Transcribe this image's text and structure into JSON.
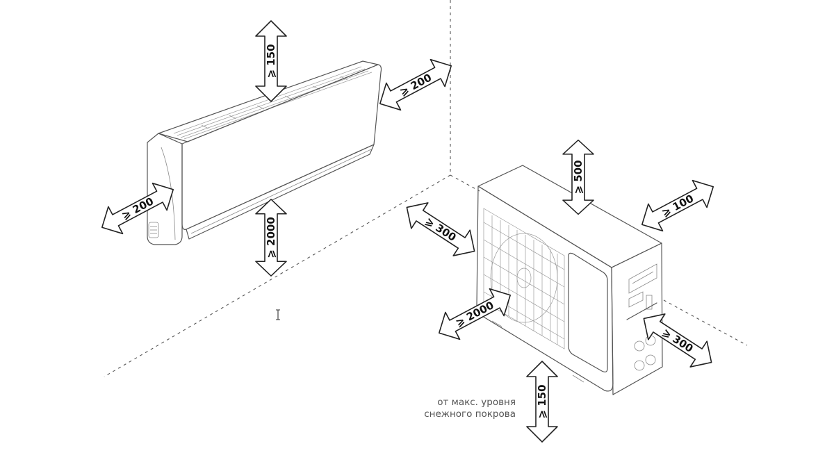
{
  "clearances": {
    "indoor_top": "⩾ 150",
    "indoor_side_right": "⩾ 200",
    "indoor_side_left": "⩾ 200",
    "indoor_bottom": "⩾ 2000",
    "outdoor_top": "⩾ 500",
    "outdoor_back": "⩾ 100",
    "outdoor_left": "⩾ 300",
    "outdoor_front": "⩾ 2000",
    "outdoor_right": "⩾ 300",
    "outdoor_bottom": "⩾ 150"
  },
  "snow_note": {
    "line1": "от макс. уровня",
    "line2": "снежного покрова"
  }
}
